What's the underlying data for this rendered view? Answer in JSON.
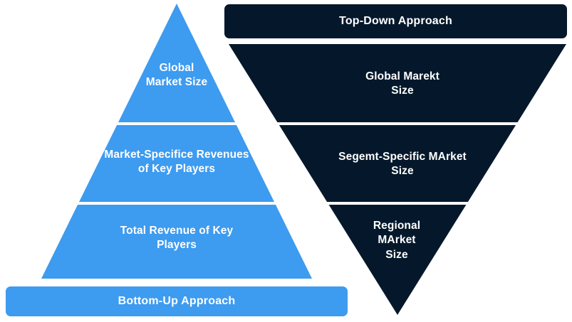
{
  "diagram": {
    "title_hidden": "",
    "colors": {
      "blue": "#3d9bf0",
      "navy": "#05182b",
      "background": "#ffffff",
      "text": "#ffffff",
      "divider": "#ffffff"
    },
    "bottom_up": {
      "banner_label": "Bottom-Up Approach",
      "banner_color": "#3d9bf0",
      "shape": "triangle-upright",
      "tiers": [
        {
          "label": "Global\nMarket Size",
          "position": "top"
        },
        {
          "label": "Market-Specifice Revenues\nof Key Players",
          "position": "middle"
        },
        {
          "label": "Total Revenue of Key\nPlayers",
          "position": "bottom"
        }
      ]
    },
    "top_down": {
      "banner_label": "Top-Down Approach",
      "banner_color": "#05182b",
      "shape": "triangle-inverted",
      "tiers": [
        {
          "label": "Global Marekt\nSize",
          "position": "top"
        },
        {
          "label": "Segemt-Specific MArket\nSize",
          "position": "middle"
        },
        {
          "label": "Regional\nMArket\nSize",
          "position": "bottom"
        }
      ]
    }
  }
}
